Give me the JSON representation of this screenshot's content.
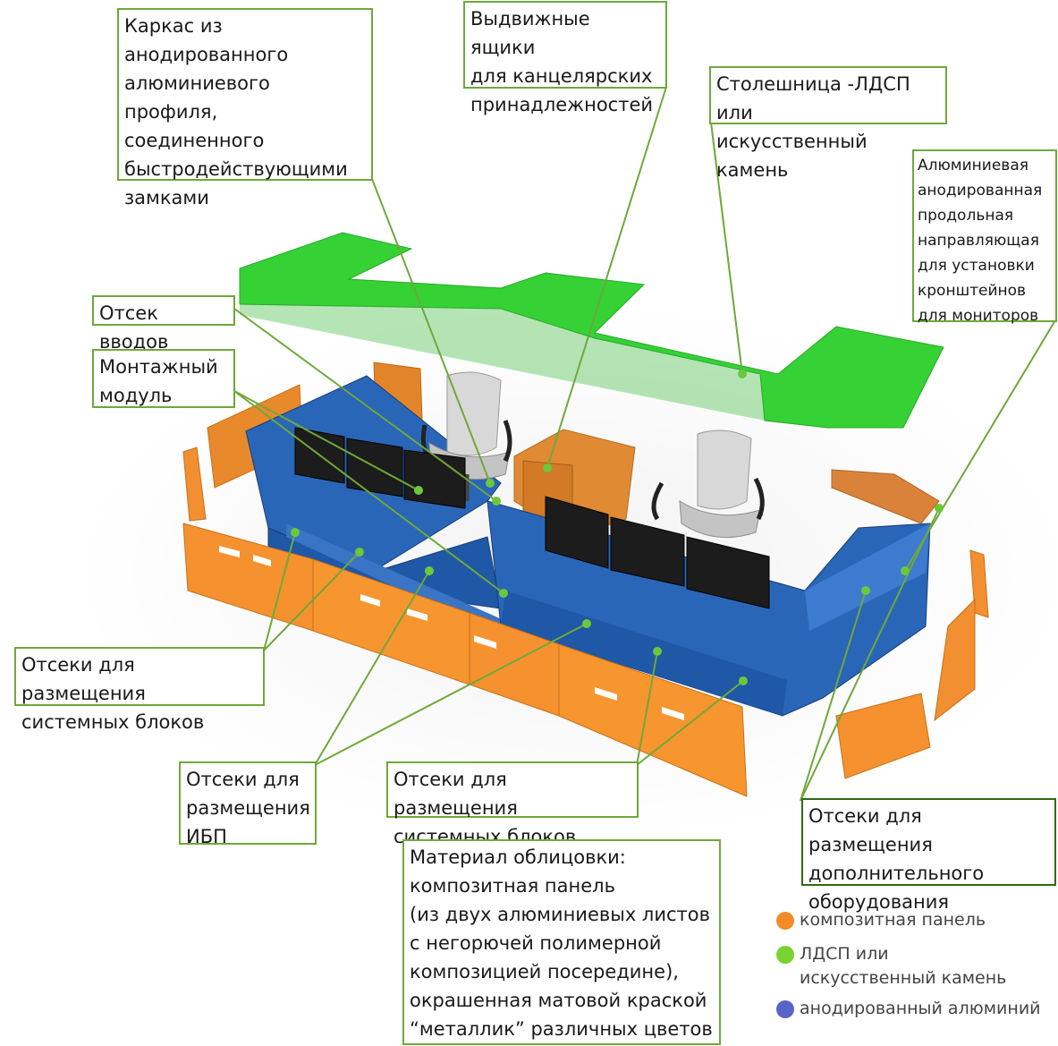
{
  "callouts": {
    "frame": "Каркас из\nанодированного\nалюминиевого профиля,\nсоединенного\nбыстродействующими\nзамками",
    "drawers": "Выдвижные ящики\nдля канцелярских\nпринадлежностей",
    "tabletop": "Столешница -ЛДСП или\nискусственный камень",
    "guide": "Алюминиевая\nанодированная\nпродольная\nнаправляющая\nдля установки\nкронштейнов\nдля мониторов",
    "inputs": "Отсек вводов",
    "mount_module": "Монтажный\nмодуль",
    "sys_blocks_left": "Отсеки для размещения\nсистемных блоков",
    "ups": "Отсеки для\nразмещения\nИБП",
    "sys_blocks_mid": "Отсеки для размещения\nсистемных блоков",
    "extra_equipment": "Отсеки для размещения\nдополнительного\nоборудования",
    "cladding": "Материал облицовки:\nкомпозитная панель\n(из двух алюминиевых листов\nс негорючей полимерной\nкомпозицией посередине),\nокрашенная матовой краской\n“металлик” различных цветов"
  },
  "legend": [
    {
      "label": "композитная панель",
      "color": "#f28c28"
    },
    {
      "label": "ЛДСП или\nискусственный камень",
      "color": "#7ad230"
    },
    {
      "label": "анодированный алюминий",
      "color": "#5b63c8"
    }
  ],
  "colors": {
    "composite": "#f5922f",
    "composite_dark": "#d9741a",
    "tabletop": "#3bd43b",
    "frame": "#1f5fb0",
    "frame_dark": "#164a8a",
    "callout_border": "#6fa83a",
    "leader": "#6fa83a",
    "anchor": "#6bc83a"
  }
}
